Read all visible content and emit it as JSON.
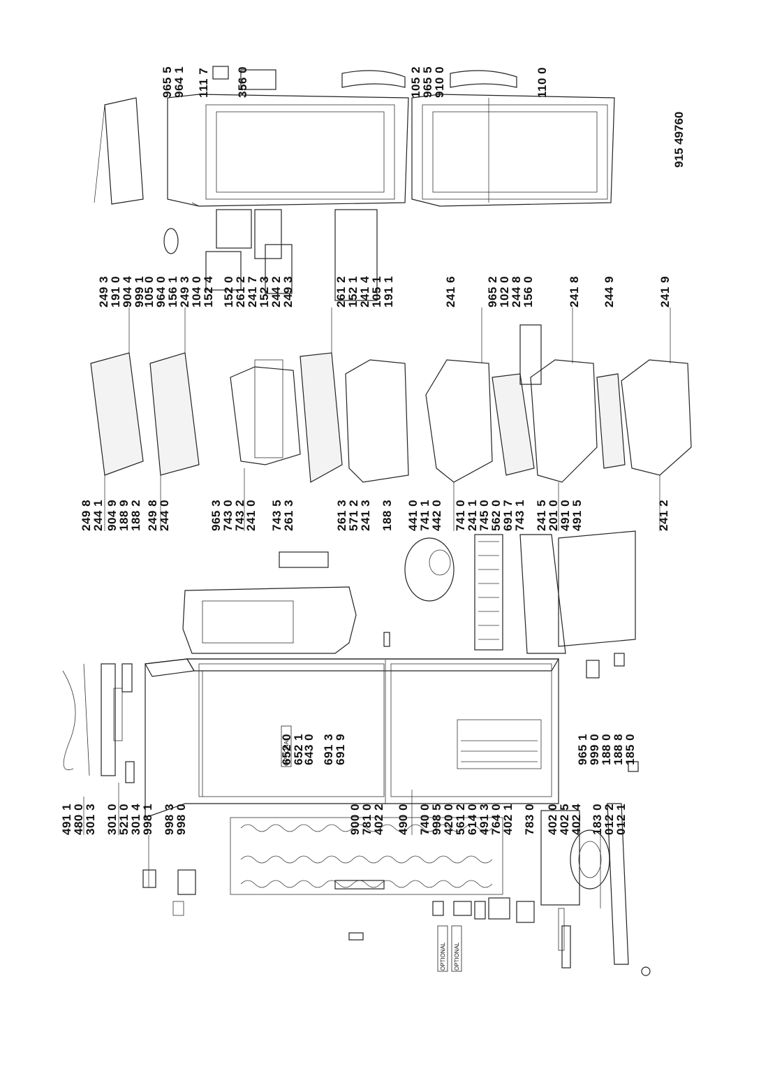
{
  "document_number": "915 49760",
  "optional_text": "OPTIONAL",
  "columns": {
    "bottom": [
      "491 1",
      "480 0",
      "301 3",
      "301 0",
      "521 0",
      "301 4",
      "998 1",
      "998 3",
      "998 0",
      "900 0",
      "781 0",
      "402 2",
      "490 0",
      "740 0",
      "998 5",
      "420 0",
      "561 2",
      "614 0",
      "491 3",
      "764 0",
      "402 1",
      "783 0",
      "402 0",
      "402 5",
      "402 4",
      "183 0",
      "012 2",
      "012 1"
    ],
    "cabinet": [
      "652 0",
      "652 1",
      "643 0",
      "691 3",
      "691 9",
      "965 1",
      "999 0",
      "188 0",
      "188 8",
      "185 0"
    ],
    "middle": [
      "249 8",
      "244 1",
      "904 9",
      "188 9",
      "188 2",
      "249 8",
      "244 0",
      "965 3",
      "743 0",
      "743 2",
      "241 0",
      "743 5",
      "261 3",
      "261 3",
      "571 2",
      "241 3",
      "188 3",
      "441 0",
      "741 1",
      "442 0",
      "741 0",
      "241 1",
      "745 0",
      "562 0",
      "691 7",
      "743 1",
      "241 5",
      "201 0",
      "491 0",
      "491 5",
      "241 2"
    ],
    "upper": [
      "249 3",
      "191 0",
      "904 4",
      "999 1",
      "105 0",
      "964 0",
      "156 1",
      "249 3",
      "104 0",
      "152 4",
      "152 0",
      "261 2",
      "241 7",
      "152 3",
      "244 2",
      "249 3",
      "261 2",
      "152 1",
      "241 4",
      "105 1",
      "191 1",
      "241 6",
      "965 2",
      "102 0",
      "244 8",
      "156 0",
      "241 8",
      "244 9",
      "241 9"
    ],
    "top": [
      "965 5",
      "964 1",
      "111 7",
      "356 0",
      "105 2",
      "965 5",
      "910 0",
      "110 0"
    ]
  }
}
